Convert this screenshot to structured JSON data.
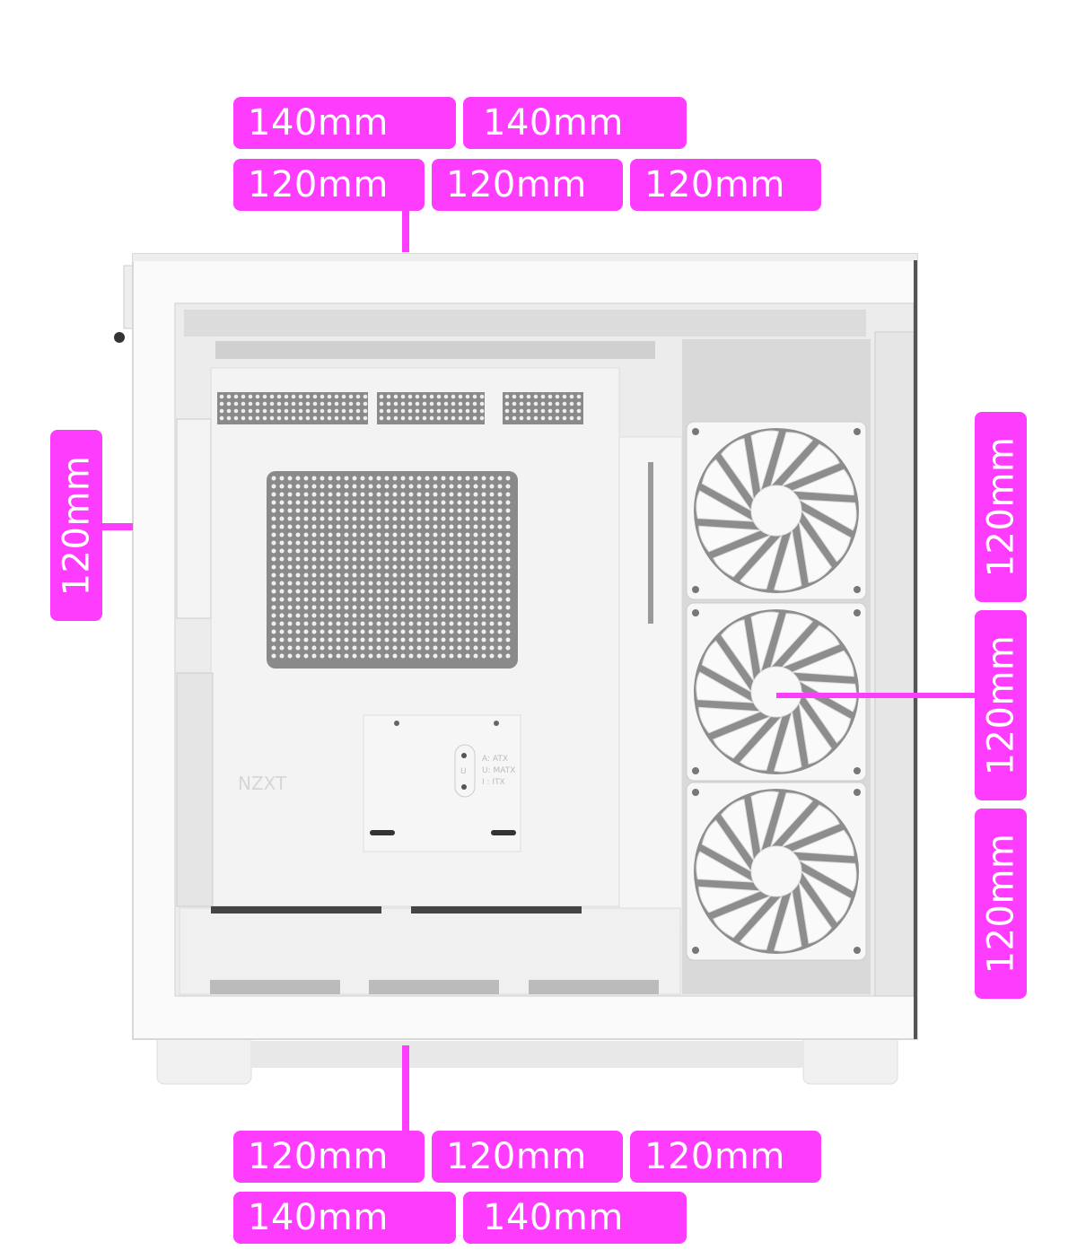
{
  "accent_color": "#fd3cfd",
  "top_mounts": {
    "row_140": [
      "140mm",
      "140mm"
    ],
    "row_120": [
      "120mm",
      "120mm",
      "120mm"
    ]
  },
  "rear_mount": "120mm",
  "side_mounts": [
    "120mm",
    "120mm",
    "120mm"
  ],
  "bottom_mounts": {
    "row_120": [
      "120mm",
      "120mm",
      "120mm"
    ],
    "row_140": [
      "140mm",
      "140mm"
    ]
  },
  "case": {
    "motherboard_tray_text": [
      "A: ATX",
      "U: MATX",
      "I : ITX"
    ],
    "brand": "NZXT",
    "standoff_letter": "U"
  }
}
